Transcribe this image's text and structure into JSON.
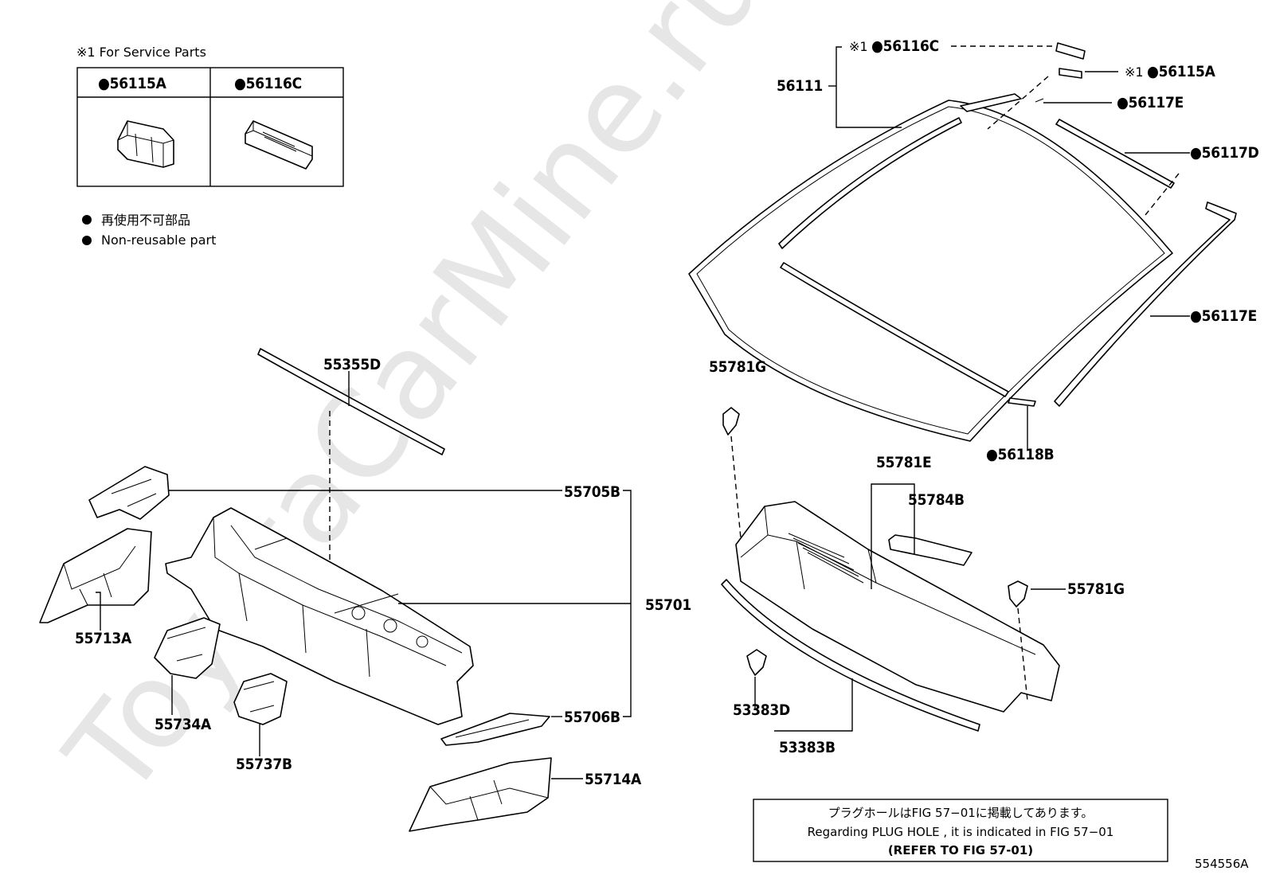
{
  "service_parts": {
    "header": "※1 For Service Parts",
    "cols": [
      "●56115A",
      "●56116C"
    ]
  },
  "legend": {
    "jp": "再使用不可部品",
    "en": "Non-reusable part",
    "bullet": "●"
  },
  "watermark": "ToyotaCarMine.ru",
  "labels": {
    "p56116C": "56116C",
    "p56115A": "56115A",
    "p56111": "56111",
    "p56117E_top": "56117E",
    "p56117D": "56117D",
    "p56117E_side": "56117E",
    "p56118B": "56118B",
    "p55355D": "55355D",
    "p55781G_left": "55781G",
    "p55781E": "55781E",
    "p55784B": "55784B",
    "p55781G_right": "55781G",
    "p55705B": "55705B",
    "p55701": "55701",
    "p55706B": "55706B",
    "p55713A": "55713A",
    "p55734A": "55734A",
    "p55737B": "55737B",
    "p55714A": "55714A",
    "p53383D": "53383D",
    "p53383B": "53383B"
  },
  "marks": {
    "service": "※1",
    "bullet": "●"
  },
  "note": {
    "line1": "プラグホールはFIG 57−01に掲載してあります。",
    "line2": "Regarding PLUG HOLE , it is indicated in FIG 57−01",
    "line3": "(REFER TO FIG 57-01)"
  },
  "figure_id": "554556A"
}
